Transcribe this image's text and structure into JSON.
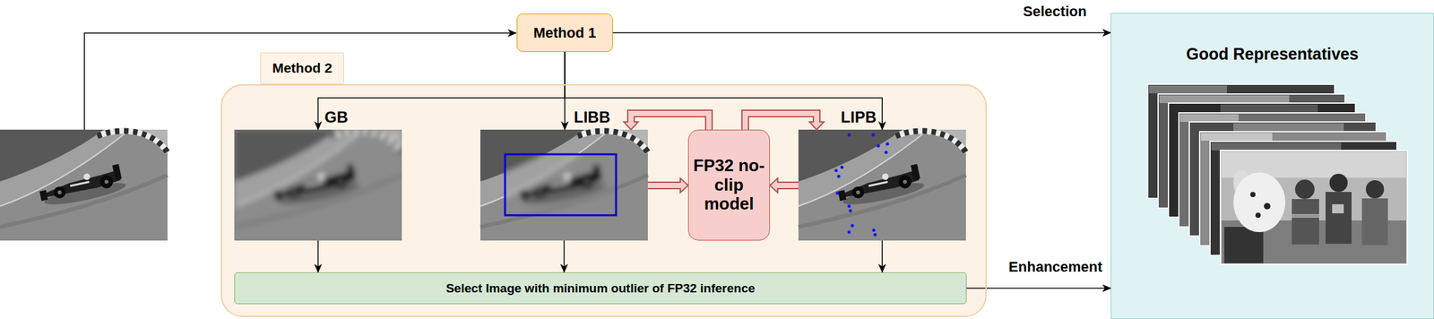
{
  "diagram": {
    "nodes": [
      {
        "text": [
          "Method 1"
        ]
      },
      {
        "text": [
          "Method 2"
        ]
      },
      {
        "text": [
          "GB"
        ],
        "in": 1
      },
      {
        "text": [
          "LIBB"
        ],
        "in": 1
      },
      {
        "text": [
          "FP32 no-clip model"
        ],
        "in": 1
      },
      {
        "text": [
          "LIPB"
        ],
        "in": 1
      },
      {
        "text": [
          "Select Image with minimum outlier of FP32 inference"
        ],
        "in": 1
      },
      {
        "text": [
          "Good Representatives"
        ]
      }
    ],
    "edges": [
      {
        "from": 0,
        "to": 7,
        "label": "Selection",
        "arrow": "to"
      },
      {
        "from": 0,
        "to": 3,
        "arrow": "to"
      },
      {
        "from": 0,
        "to": 2,
        "arrow": "to"
      },
      {
        "from": 0,
        "to": 5,
        "arrow": "to"
      },
      {
        "from": 3,
        "to": 4,
        "arrow": "to"
      },
      {
        "from": 4,
        "to": 3,
        "arrow": "to"
      },
      {
        "from": 5,
        "to": 4,
        "arrow": "to"
      },
      {
        "from": 4,
        "to": 5,
        "arrow": "to"
      },
      {
        "from": 2,
        "to": 6,
        "arrow": "to"
      },
      {
        "from": 3,
        "to": 6,
        "arrow": "to"
      },
      {
        "from": 5,
        "to": 6,
        "arrow": "to"
      },
      {
        "from": 6,
        "to": 7,
        "label": "Enhancement",
        "arrow": "to"
      }
    ]
  }
}
